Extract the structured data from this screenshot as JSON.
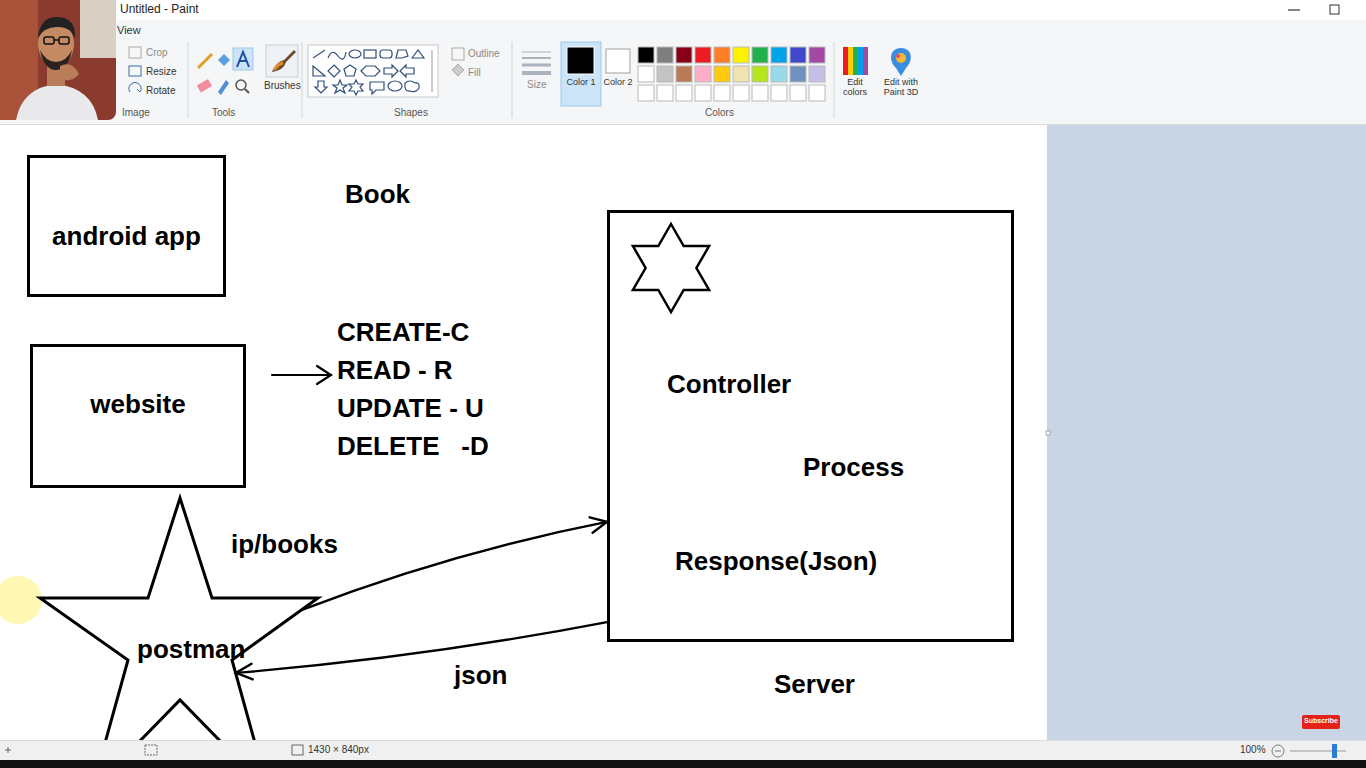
{
  "diagram": {
    "nodes": [
      {
        "text": [
          "android app"
        ]
      },
      {
        "text": [
          "website"
        ]
      },
      {
        "text": [
          "postman"
        ]
      },
      {
        "text": [
          "Controller",
          "Process",
          "Response(Json)",
          "Server"
        ]
      }
    ],
    "edges": [
      {
        "from": 2,
        "to": 3,
        "label": "ip/books",
        "arrow": "to"
      },
      {
        "from": 3,
        "to": 2,
        "label": "json",
        "arrow": "to"
      }
    ],
    "labels": [
      "Book",
      "CREATE-C",
      "READ - R",
      "UPDATE - U",
      "DELETE   -D",
      "Untitled - Paint",
      "View",
      "Crop",
      "Resize",
      "Rotate",
      "Image",
      "Tools",
      "Brushes",
      "Shapes",
      "Outline",
      "Fill",
      "Size",
      "Color 1",
      "Color 2",
      "Colors",
      "Edit colors",
      "Edit with Paint 3D",
      "1430 × 840px",
      "100%",
      "Subscribe"
    ]
  }
}
